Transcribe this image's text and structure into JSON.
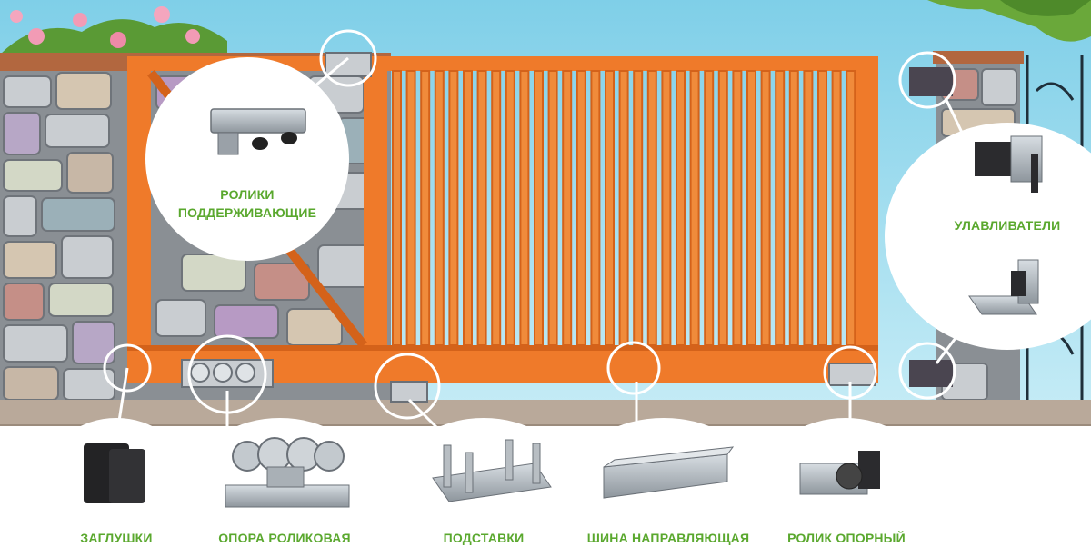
{
  "components": {
    "support_rollers": {
      "label_line1": "РОЛИКИ",
      "label_line2": "ПОДДЕРЖИВАЮЩИЕ"
    },
    "catchers": {
      "label": "УЛАВЛИВАТЕЛИ"
    },
    "end_caps": {
      "label": "ЗАГЛУШКИ"
    },
    "roller_carriage": {
      "label": "ОПОРА РОЛИКОВАЯ"
    },
    "stands": {
      "label": "ПОДСТАВКИ"
    },
    "guide_rail": {
      "label": "ШИНА НАПРАВЛЯЮЩАЯ"
    },
    "end_roller": {
      "label": "РОЛИК ОПОРНЫЙ"
    }
  },
  "colors": {
    "gate": "#ef7a2a",
    "gate_dark": "#d4621a",
    "sky": "#a8dff0",
    "label_green": "#5aa82e",
    "ground": "#b9a99a",
    "metal": "#a9b0b6"
  }
}
